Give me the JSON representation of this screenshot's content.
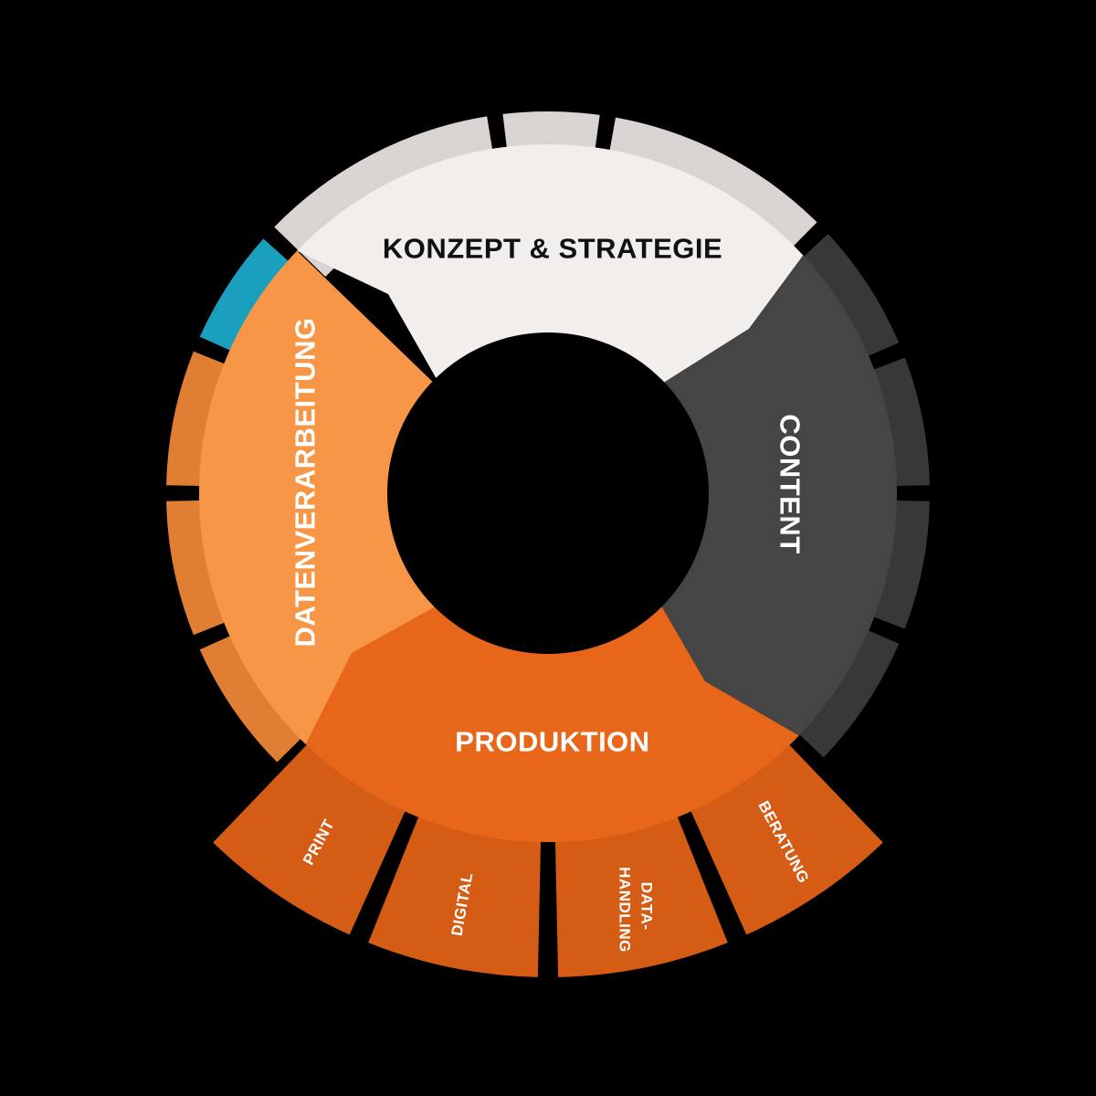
{
  "colors": {
    "background": "#000000",
    "konzept": "#f2eeeb",
    "konzept_outer": "#d9d4d1",
    "content": "#454545",
    "content_outer": "#383838",
    "produktion": "#e8661a",
    "produktion_outer": "#d45c15",
    "daten": "#f79646",
    "daten_outer": "#e07f34",
    "accent": "#1aa0bd",
    "dark_text": "#111111",
    "light_text": "#ffffff"
  },
  "segments": {
    "konzept": {
      "label": "KONZEPT & STRATEGIE"
    },
    "content": {
      "label": "CONTENT"
    },
    "produktion": {
      "label": "PRODUKTION"
    },
    "daten": {
      "label": "DATENVERARBEITUNG"
    }
  },
  "sub_segments": {
    "print": {
      "label": "PRINT"
    },
    "digital": {
      "label": "DIGITAL"
    },
    "datahandling": {
      "line1": "DATA-",
      "line2": "HANDLING"
    },
    "beratung": {
      "label": "BERATUNG"
    }
  }
}
